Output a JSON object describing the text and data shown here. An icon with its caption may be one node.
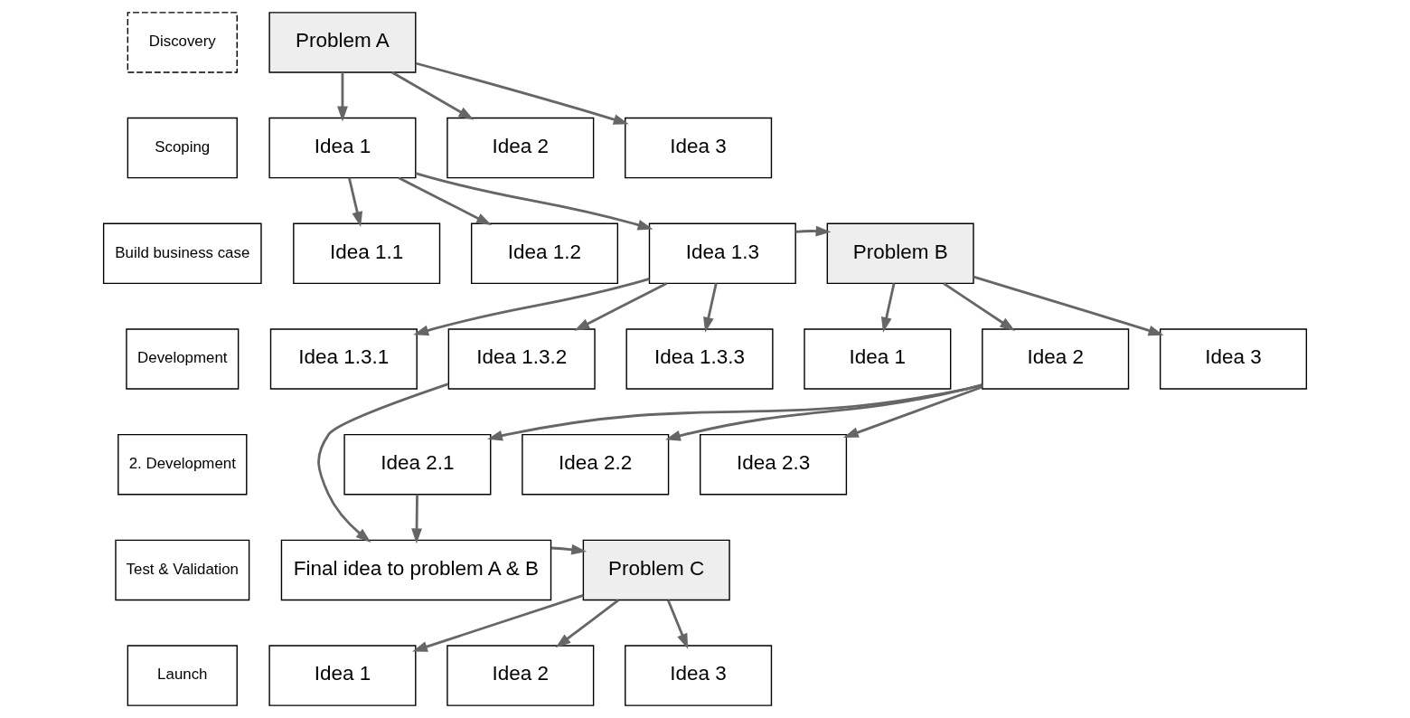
{
  "diagram": {
    "nodes": [
      {
        "text": [
          "Discovery"
        ]
      },
      {
        "text": [
          "Problem A"
        ]
      },
      {
        "text": [
          "Scoping"
        ]
      },
      {
        "text": [
          "Idea 1"
        ]
      },
      {
        "text": [
          "Idea 2"
        ]
      },
      {
        "text": [
          "Idea 3"
        ]
      },
      {
        "text": [
          "Build business case"
        ]
      },
      {
        "text": [
          "Idea 1.1"
        ]
      },
      {
        "text": [
          "Idea 1.2"
        ]
      },
      {
        "text": [
          "Idea 1.3"
        ]
      },
      {
        "text": [
          "Problem B"
        ]
      },
      {
        "text": [
          "Development"
        ]
      },
      {
        "text": [
          "Idea 1.3.1"
        ]
      },
      {
        "text": [
          "Idea 1.3.2"
        ]
      },
      {
        "text": [
          "Idea 1.3.3"
        ]
      },
      {
        "text": [
          "Idea 1"
        ]
      },
      {
        "text": [
          "Idea 2"
        ]
      },
      {
        "text": [
          "Idea 3"
        ]
      },
      {
        "text": [
          "2. Development"
        ]
      },
      {
        "text": [
          "Idea 2.1"
        ]
      },
      {
        "text": [
          "Idea 2.2"
        ]
      },
      {
        "text": [
          "Idea 2.3"
        ]
      },
      {
        "text": [
          "Test & Validation"
        ]
      },
      {
        "text": [
          "Final idea to problem A & B"
        ]
      },
      {
        "text": [
          "Problem C"
        ]
      },
      {
        "text": [
          "Launch"
        ]
      },
      {
        "text": [
          "Idea 1"
        ]
      },
      {
        "text": [
          "Idea 2"
        ]
      },
      {
        "text": [
          "Idea 3"
        ]
      }
    ],
    "edges": [
      {
        "from": 1,
        "to": 3,
        "arrow": "to"
      },
      {
        "from": 1,
        "to": 4,
        "arrow": "to"
      },
      {
        "from": 1,
        "to": 5,
        "arrow": "to"
      },
      {
        "from": 3,
        "to": 7,
        "arrow": "to"
      },
      {
        "from": 3,
        "to": 8,
        "arrow": "to"
      },
      {
        "from": 3,
        "to": 9,
        "arrow": "to"
      },
      {
        "from": 9,
        "to": 10,
        "arrow": "to"
      },
      {
        "from": 9,
        "to": 12,
        "arrow": "to"
      },
      {
        "from": 9,
        "to": 13,
        "arrow": "to"
      },
      {
        "from": 9,
        "to": 14,
        "arrow": "to"
      },
      {
        "from": 10,
        "to": 15,
        "arrow": "to"
      },
      {
        "from": 10,
        "to": 16,
        "arrow": "to"
      },
      {
        "from": 10,
        "to": 17,
        "arrow": "to"
      },
      {
        "from": 16,
        "to": 19,
        "arrow": "to"
      },
      {
        "from": 16,
        "to": 20,
        "arrow": "to"
      },
      {
        "from": 16,
        "to": 21,
        "arrow": "to"
      },
      {
        "from": 13,
        "to": 23,
        "arrow": "to"
      },
      {
        "from": 19,
        "to": 23,
        "arrow": "to"
      },
      {
        "from": 23,
        "to": 24,
        "arrow": "to"
      },
      {
        "from": 24,
        "to": 26,
        "arrow": "to"
      },
      {
        "from": 24,
        "to": 27,
        "arrow": "to"
      },
      {
        "from": 24,
        "to": 28,
        "arrow": "to"
      }
    ]
  }
}
